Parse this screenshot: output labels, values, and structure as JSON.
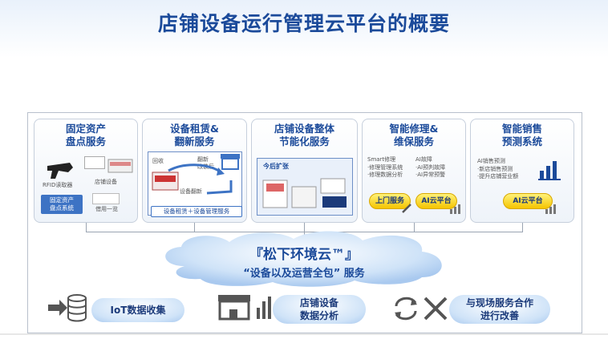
{
  "slide": {
    "title": "店铺设备运行管理云平台的概要"
  },
  "cards": [
    {
      "title": "固定资产\n盘点服务",
      "labels": {
        "rfid": "RFID读取器",
        "store_device": "店铺设备",
        "tablet_caption": "固定资产\n盘点系统",
        "list_caption": "借用一览"
      }
    },
    {
      "title": "设备租赁&\n翻新服务",
      "labels": {
        "recycle": "回收",
        "refurbish": "翻新\n改装后",
        "device_refresh": "设备翻新",
        "footer": "设备租赁＋设备管理服务"
      }
    },
    {
      "title": "店铺设备整体\n节能化服务",
      "labels": {
        "future": "今后扩张"
      }
    },
    {
      "title": "智能修理&\n维保服务",
      "labels": {
        "smart_repair": "Smart修理",
        "repair_items": "·修理管理系统\n·修理数据分析",
        "ai_fault": "AI故障",
        "ai_items": "·AI预判故障\n·AI异常预警",
        "onsite_button": "上门服务",
        "ai_cloud_button": "AI云平台"
      }
    },
    {
      "title": "智能销售\n预测系统",
      "labels": {
        "ai_forecast": "AI销售预测",
        "forecast_items": "·新店销售预测\n·提升店铺营业额",
        "ai_cloud_button": "AI云平台"
      }
    }
  ],
  "cloud": {
    "name": "『松下环境云™』",
    "tagline": "“设备以及运营全包” 服务"
  },
  "features": [
    {
      "label": "IoT数据收集",
      "icon": "database-import-icon"
    },
    {
      "label": "店铺设备\n数据分析",
      "icon": "store-chart-icon"
    },
    {
      "label": "与现场服务合作\n进行改善",
      "icon": "sync-tools-icon"
    }
  ],
  "colors": {
    "title": "#1b4a9a",
    "accent_yellow": "#f5c400",
    "cloud_blue": "#cfe3f8"
  }
}
